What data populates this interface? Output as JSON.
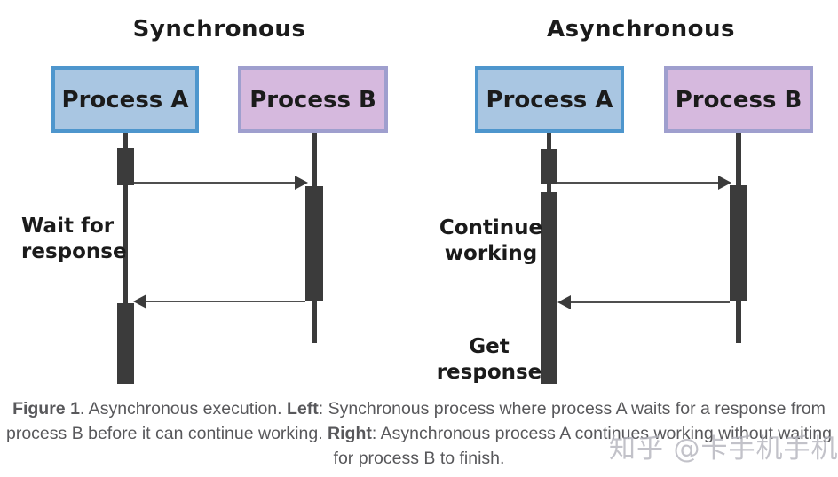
{
  "sync": {
    "title": "Synchronous",
    "process_a": "Process A",
    "process_b": "Process B",
    "wait_label": [
      "Wait for",
      "response"
    ]
  },
  "async": {
    "title": "Asynchronous",
    "process_a": "Process A",
    "process_b": "Process B",
    "continue_label": [
      "Continue",
      "working"
    ],
    "get_label": [
      "Get",
      "response"
    ]
  },
  "caption": {
    "line1": {
      "b1": "Figure 1",
      "t1": ". Asynchronous execution. ",
      "b2": "Left",
      "t2": ": Synchronous process where process A waits for a response from"
    },
    "line2": {
      "t1": "process B before it can continue working. ",
      "b1": "Right",
      "t2": ": Asynchronous process A continues working without waiting"
    },
    "line3": {
      "t1": "for process B to finish."
    }
  },
  "watermark": {
    "text": "知乎 @卡手机手机"
  },
  "colors": {
    "process-a-fill": "#a9c6e2",
    "process-a-border": "#4e96cd",
    "process-b-fill": "#d6b9de",
    "process-b-border": "#9f9fce",
    "bar": "#3b3b3b",
    "arrow": "#4f4f4f",
    "text": "#1b1b1b",
    "caption": "#58585b",
    "watermark": "#b4b4bc"
  }
}
